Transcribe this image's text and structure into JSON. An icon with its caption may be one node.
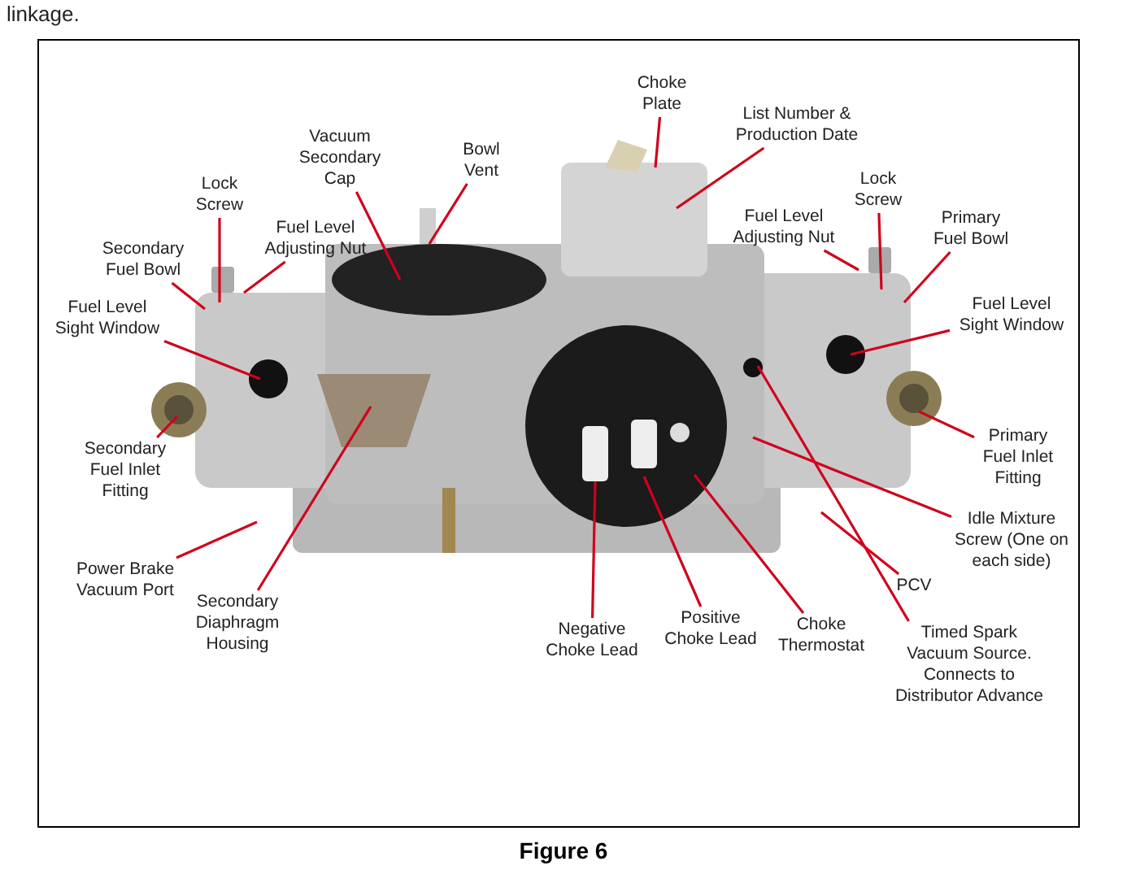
{
  "diagram": {
    "caption": "Figure 6",
    "nodes": [
      {
        "text": [
          "Choke Plate"
        ]
      },
      {
        "text": [
          "List Number & Production Date"
        ]
      },
      {
        "text": [
          "Vacuum Secondary Cap"
        ]
      },
      {
        "text": [
          "Bowl Vent"
        ]
      },
      {
        "text": [
          "Lock Screw"
        ]
      },
      {
        "text": [
          "Fuel Level Adjusting Nut"
        ]
      },
      {
        "text": [
          "Secondary Fuel Bowl"
        ]
      },
      {
        "text": [
          "Fuel Level Sight Window"
        ]
      },
      {
        "text": [
          "Lock Screw"
        ]
      },
      {
        "text": [
          "Fuel Level Adjusting Nut"
        ]
      },
      {
        "text": [
          "Primary Fuel Bowl"
        ]
      },
      {
        "text": [
          "Fuel Level Sight Window"
        ]
      },
      {
        "text": [
          "Secondary Fuel Inlet Fitting"
        ]
      },
      {
        "text": [
          "Power Brake Vacuum Port"
        ]
      },
      {
        "text": [
          "Secondary Diaphragm Housing"
        ]
      },
      {
        "text": [
          "Primary Fuel Inlet Fitting"
        ]
      },
      {
        "text": [
          "Idle Mixture Screw (One on each side)"
        ]
      },
      {
        "text": [
          "PCV"
        ]
      },
      {
        "text": [
          "Negative Choke Lead"
        ]
      },
      {
        "text": [
          "Positive Choke Lead"
        ]
      },
      {
        "text": [
          "Choke Thermostat"
        ]
      },
      {
        "text": [
          "Timed Spark Vacuum Source. Connects to Distributor Advance"
        ]
      }
    ],
    "edges": [
      {
        "from": 0,
        "to": null,
        "arrow": "none"
      },
      {
        "from": 1,
        "to": null,
        "arrow": "none"
      },
      {
        "from": 2,
        "to": null,
        "arrow": "none"
      },
      {
        "from": 3,
        "to": null,
        "arrow": "none"
      },
      {
        "from": 4,
        "to": null,
        "arrow": "none"
      },
      {
        "from": 5,
        "to": null,
        "arrow": "none"
      },
      {
        "from": 6,
        "to": null,
        "arrow": "none"
      },
      {
        "from": 7,
        "to": null,
        "arrow": "none"
      },
      {
        "from": 8,
        "to": null,
        "arrow": "none"
      },
      {
        "from": 9,
        "to": null,
        "arrow": "none"
      },
      {
        "from": 10,
        "to": null,
        "arrow": "none"
      },
      {
        "from": 11,
        "to": null,
        "arrow": "none"
      },
      {
        "from": 12,
        "to": null,
        "arrow": "none"
      },
      {
        "from": 13,
        "to": null,
        "arrow": "none"
      },
      {
        "from": 14,
        "to": null,
        "arrow": "none"
      },
      {
        "from": 15,
        "to": null,
        "arrow": "none"
      },
      {
        "from": 16,
        "to": null,
        "arrow": "none"
      },
      {
        "from": 17,
        "to": null,
        "arrow": "none"
      },
      {
        "from": 18,
        "to": null,
        "arrow": "none"
      },
      {
        "from": 19,
        "to": null,
        "arrow": "none"
      },
      {
        "from": 20,
        "to": null,
        "arrow": "none"
      },
      {
        "from": 21,
        "to": null,
        "arrow": "none"
      }
    ],
    "labels": [
      "linkage."
    ]
  }
}
